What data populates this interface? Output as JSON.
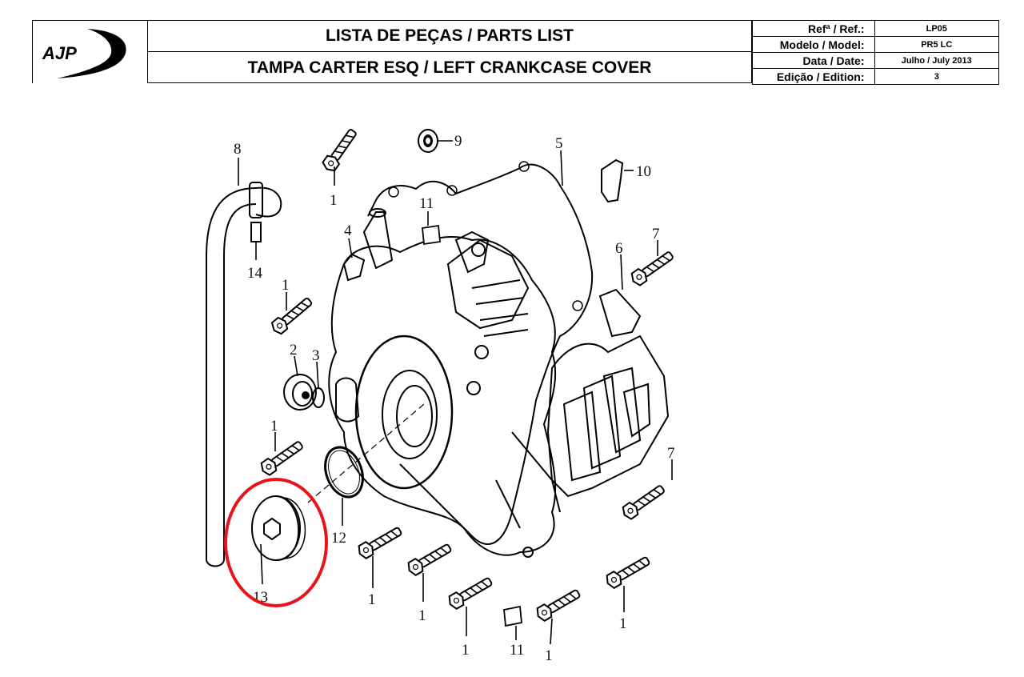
{
  "header": {
    "brand": "AJP",
    "title_line_1": "LISTA DE PEÇAS / PARTS LIST",
    "title_line_2": "TAMPA CARTER ESQ / LEFT CRANKCASE COVER",
    "meta": [
      {
        "label": "Refª / Ref.:",
        "value": "LP05"
      },
      {
        "label": "Modelo / Model:",
        "value": "PR5 LC"
      },
      {
        "label": "Data / Date:",
        "value": "Julho / July 2013"
      },
      {
        "label": "Edição / Edition:",
        "value": "3"
      }
    ]
  },
  "callouts": [
    "8",
    "1",
    "9",
    "5",
    "10",
    "11",
    "14",
    "4",
    "7",
    "6",
    "1",
    "2",
    "3",
    "1",
    "12",
    "7",
    "13",
    "1",
    "1",
    "1",
    "1",
    "11",
    "1",
    "1"
  ],
  "colors": {
    "ink": "#000000",
    "highlight": "#e8141b"
  }
}
